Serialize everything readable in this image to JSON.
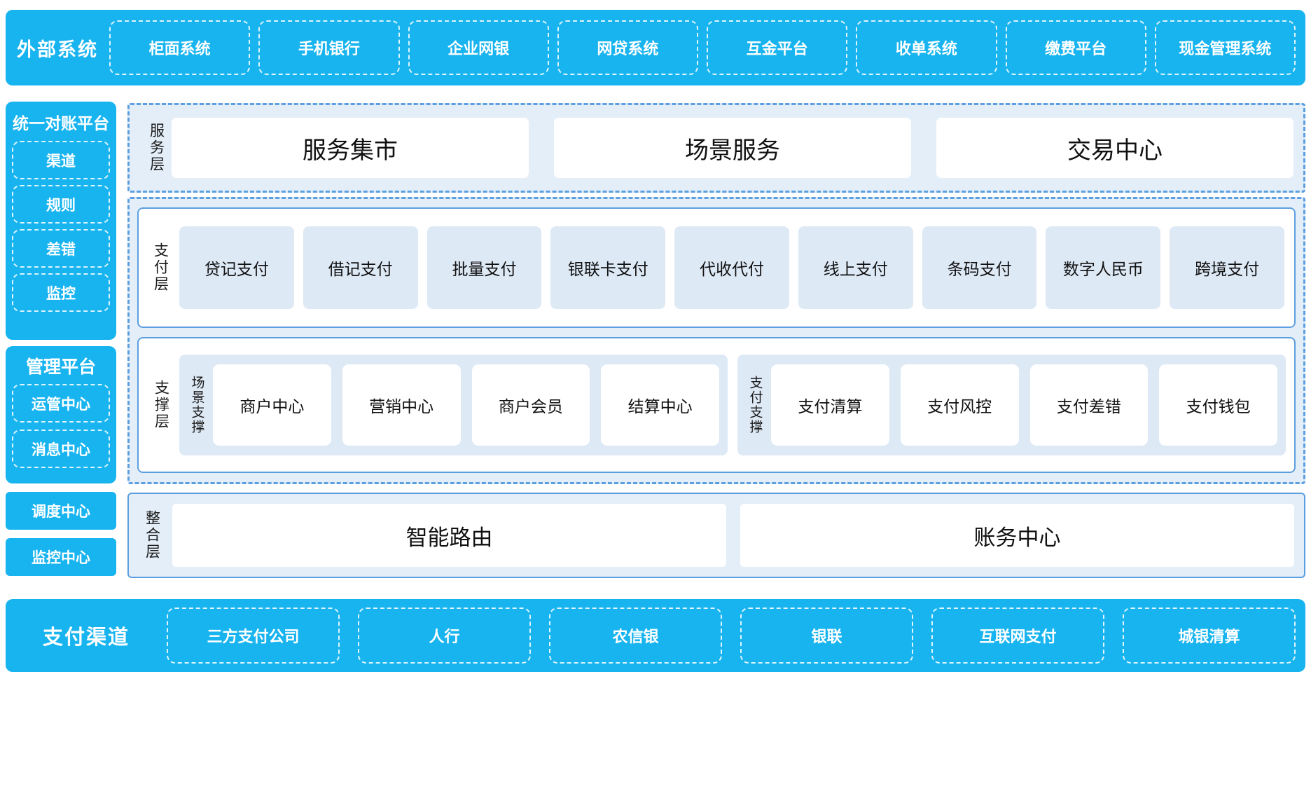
{
  "external": {
    "title": "外部系统",
    "items": [
      "柜面系统",
      "手机银行",
      "企业网银",
      "网贷系统",
      "互金平台",
      "收单系统",
      "缴费平台",
      "现金管理系统"
    ]
  },
  "reconciliation": {
    "title": "统一对账平台",
    "items": [
      "渠道",
      "规则",
      "差错",
      "监控"
    ]
  },
  "management": {
    "title": "管理平台",
    "items": [
      "运管中心",
      "消息中心"
    ]
  },
  "standalone": {
    "scheduling": "调度中心",
    "monitoring": "监控中心"
  },
  "service_layer": {
    "label": "服务层",
    "cards": [
      "服务集市",
      "场景服务",
      "交易中心"
    ]
  },
  "payment_layer": {
    "label": "支付层",
    "cards": [
      "贷记支付",
      "借记支付",
      "批量支付",
      "银联卡支付",
      "代收代付",
      "线上支付",
      "条码支付",
      "数字人民币",
      "跨境支付"
    ]
  },
  "support_layer": {
    "label": "支撑层",
    "groups": [
      {
        "label": "场景支撑",
        "cards": [
          "商户中心",
          "营销中心",
          "商户会员",
          "结算中心"
        ]
      },
      {
        "label": "支付支撑",
        "cards": [
          "支付清算",
          "支付风控",
          "支付差错",
          "支付钱包"
        ]
      }
    ]
  },
  "integration_layer": {
    "label": "整合层",
    "cards": [
      "智能路由",
      "账务中心"
    ]
  },
  "channel": {
    "title": "支付渠道",
    "items": [
      "三方支付公司",
      "人行",
      "农信银",
      "银联",
      "互联网支付",
      "城银清算"
    ]
  },
  "colors": {
    "brand_blue": "#18B4EF",
    "panel_blue": "#E3EEF9",
    "card_blue": "#DEE9F6",
    "border_blue": "#5C9FE0"
  }
}
